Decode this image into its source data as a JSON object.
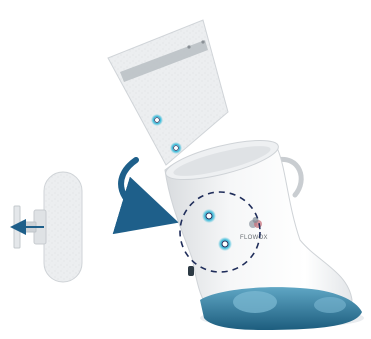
{
  "illustration": {
    "brand": {
      "text": "FLOWOX",
      "logo": "flowox-logo"
    },
    "colors": {
      "accent": "#2bb7d8",
      "arrow": "#1e5f8a",
      "outline": "#1f2d5a",
      "pad": "#e9ecef",
      "boot_base": "#1f5f80",
      "boot_shell": "#f3f4f6"
    },
    "parts": [
      "insert-pad",
      "rotation-arrow",
      "boot",
      "attachment-pin",
      "dashed-highlight-circle",
      "insertion-arrow"
    ]
  }
}
